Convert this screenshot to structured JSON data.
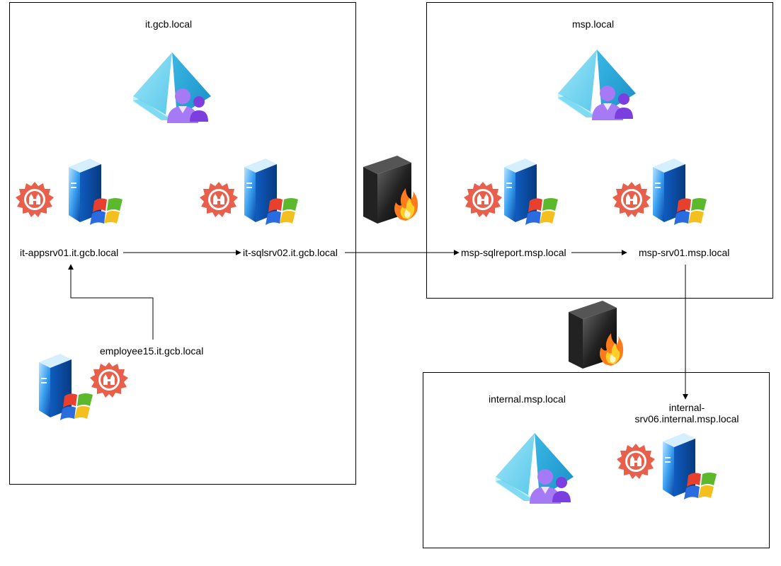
{
  "domains": {
    "it_gcb": {
      "label": "it.gcb.local"
    },
    "msp": {
      "label": "msp.local"
    },
    "internal_msp": {
      "label": "internal.msp.local"
    }
  },
  "hosts": {
    "it_appsrv01": {
      "label": "it-appsrv01.it.gcb.local"
    },
    "it_sqlsrv02": {
      "label": "it-sqlsrv02.it.gcb.local"
    },
    "employee15": {
      "label": "employee15.it.gcb.local"
    },
    "msp_sqlreport": {
      "label": "msp-sqlreport.msp.local"
    },
    "msp_srv01": {
      "label": "msp-srv01.msp.local"
    },
    "internal_srv06": {
      "label": "internal-srv06.internal.msp.local"
    }
  },
  "icons": {
    "domain": "azure-ad-domain-icon",
    "server": "windows-server-icon",
    "compromised": "red-compromised-badge-icon",
    "firewall": "firewall-icon"
  },
  "colors": {
    "line": "#000000",
    "ad_light": "#7fd8ee",
    "ad_dark": "#1fa3d6",
    "user": "#a67af4",
    "badge": "#e8604c",
    "server_blue": "#1e7fd8"
  }
}
